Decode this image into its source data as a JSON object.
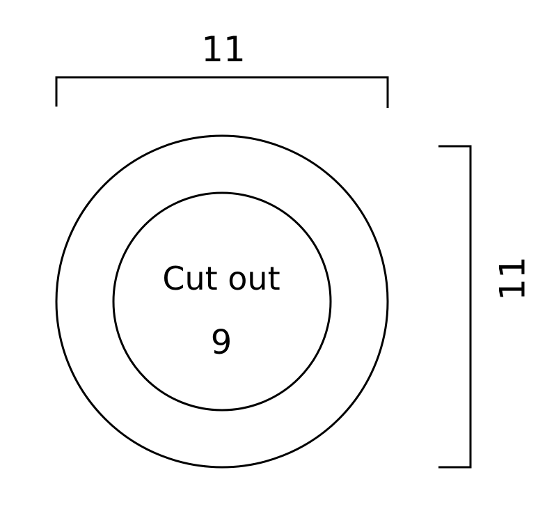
{
  "dimensions": {
    "width_label": "11",
    "height_label": "11"
  },
  "cutout": {
    "title": "Cut out",
    "diameter_label": "9"
  }
}
